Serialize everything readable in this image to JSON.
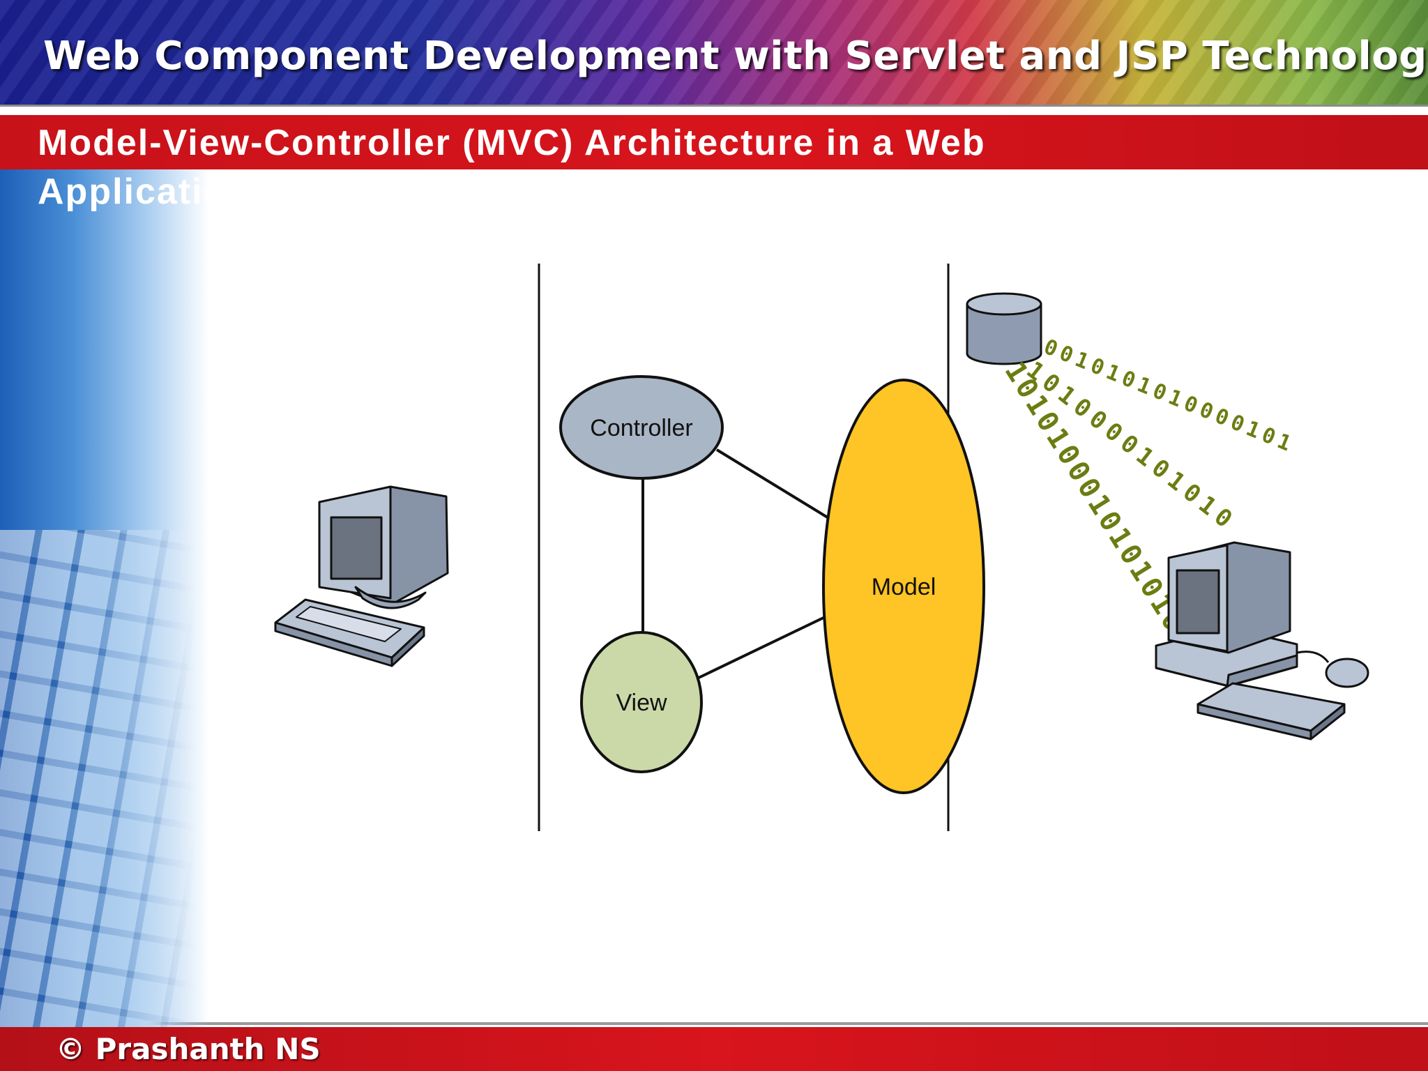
{
  "header": {
    "course_title": "Web Component Development with Servlet and JSP Technologies"
  },
  "slide": {
    "title": "Model-View-Controller (MVC) Architecture in a Web Application"
  },
  "diagram": {
    "nodes": {
      "controller": "Controller",
      "view": "View",
      "model": "Model"
    },
    "binary_streams": [
      "0010101010000101",
      "1010000101010",
      "101010001010101010"
    ],
    "colors": {
      "controller_fill": "#a9b6c6",
      "view_fill": "#cbd9a8",
      "model_fill": "#ffc425",
      "binary_text": "#6b7d12"
    }
  },
  "footer": {
    "copyright": "© Prashanth NS"
  }
}
